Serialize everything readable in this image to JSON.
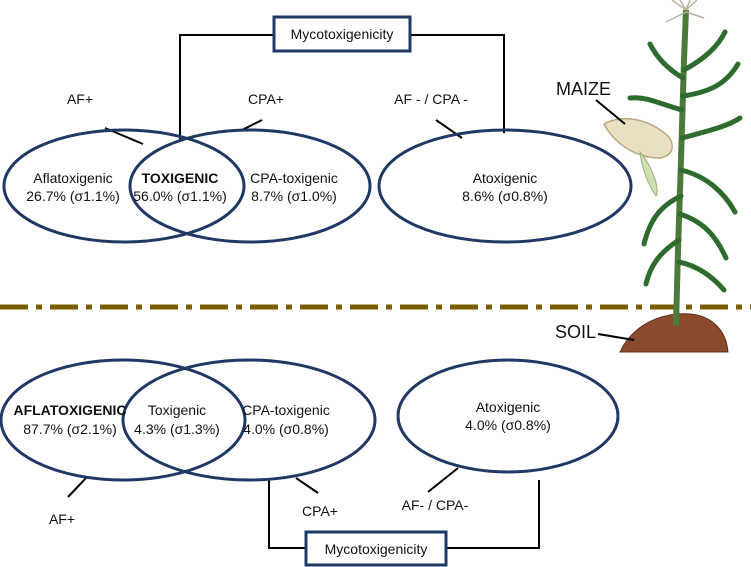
{
  "colors": {
    "ellipse_stroke": "#1f3864",
    "connector": "#000000",
    "divider": "#7a5c00",
    "soil": "#8b4a2b",
    "maize_leaf": "#2e6b2e",
    "maize_ear": "#e9e0c4"
  },
  "labels": {
    "maize": "MAIZE",
    "soil": "SOIL"
  },
  "top": {
    "myco_label": "Mycotoxigenicity",
    "af_plus": "AF+",
    "cpa_plus": "CPA+",
    "af_minus_cpa_minus": "AF - / CPA -",
    "aflatoxigenic": {
      "name": "Aflatoxigenic",
      "value": "26.7% (σ1.1%)"
    },
    "toxigenic": {
      "name": "TOXIGENIC",
      "value": "56.0% (σ1.1%)"
    },
    "cpa_toxigenic": {
      "name": "CPA-toxigenic",
      "value": "8.7% (σ1.0%)"
    },
    "atoxigenic": {
      "name": "Atoxigenic",
      "value": "8.6% (σ0.8%)"
    }
  },
  "bottom": {
    "myco_label": "Mycotoxigenicity",
    "af_plus": "AF+",
    "cpa_plus": "CPA+",
    "af_minus_cpa_minus": "AF- / CPA-",
    "aflatoxigenic": {
      "name": "AFLATOXIGENIC",
      "value": "87.7% (σ2.1%)"
    },
    "toxigenic": {
      "name": "Toxigenic",
      "value": "4.3%  (σ1.3%)"
    },
    "cpa_toxigenic": {
      "name": "CPA-toxigenic",
      "value": "4.0% (σ0.8%)"
    },
    "atoxigenic": {
      "name": "Atoxigenic",
      "value": "4.0% (σ0.8%)"
    }
  }
}
